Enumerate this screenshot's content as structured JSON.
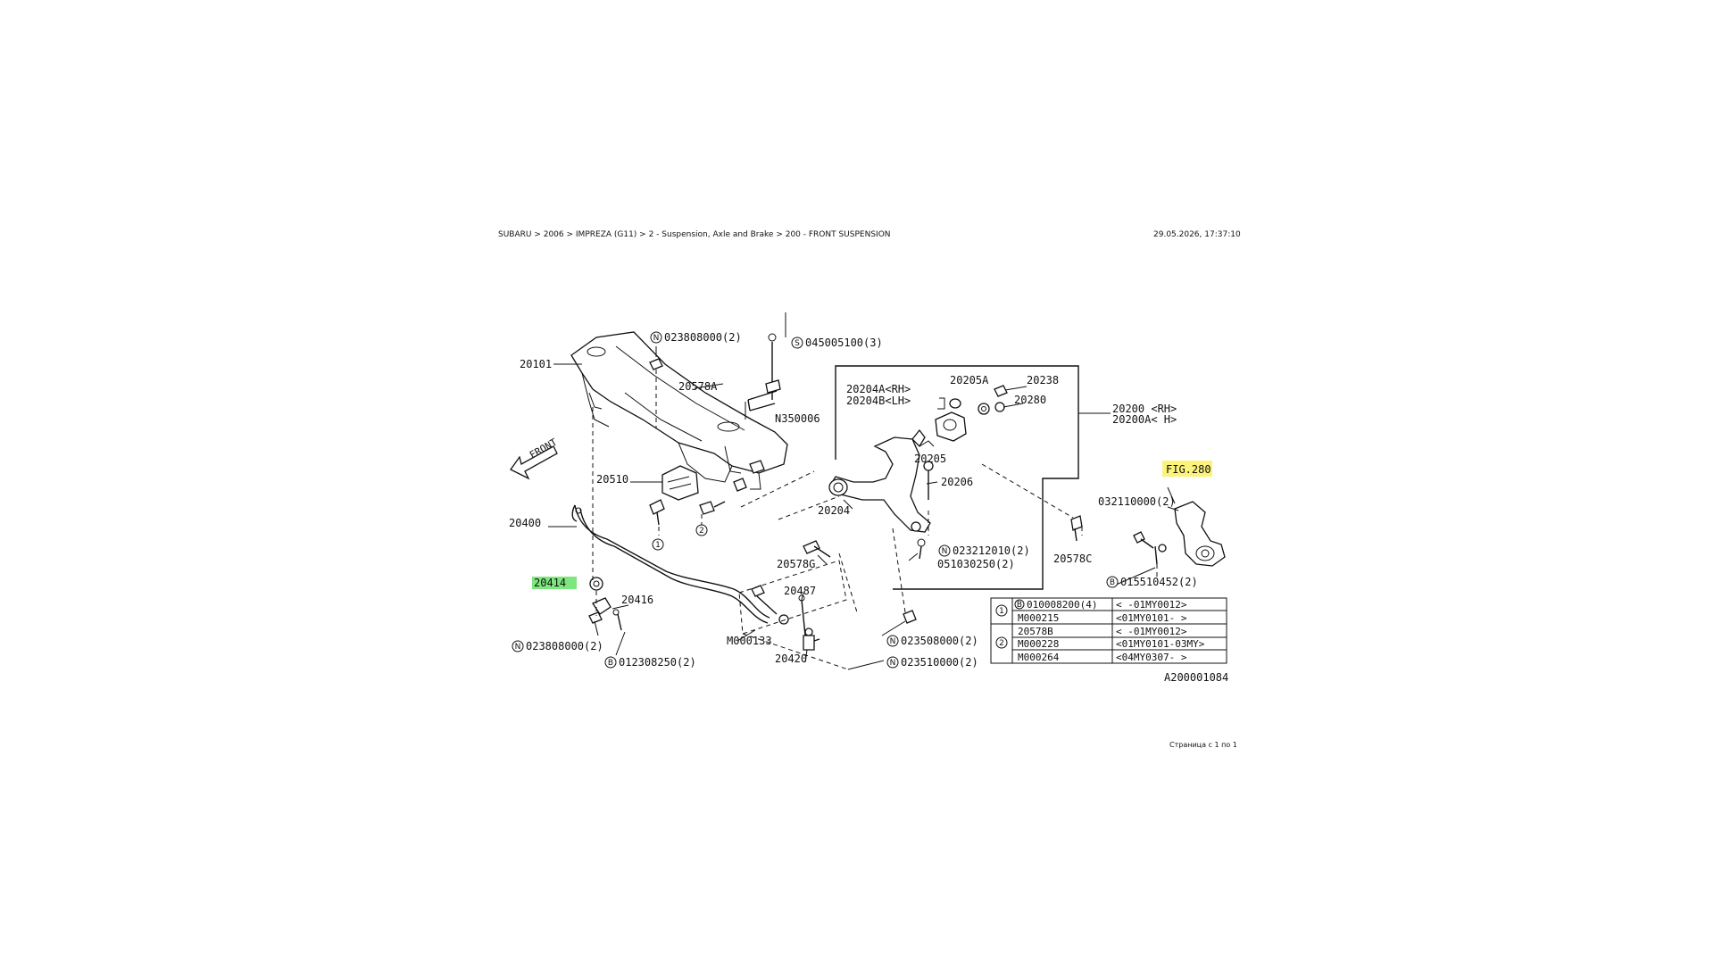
{
  "header": {
    "breadcrumb": "SUBARU > 2006 > IMPREZA (G11) > 2 - Suspension, Axle and Brake > 200 - FRONT SUSPENSION",
    "datetime": "29.05.2026, 17:37:10"
  },
  "footer": {
    "page_counter": "Страница с 1 по 1"
  },
  "highlight_colors": {
    "green": "#7ee67e",
    "yellow": "#fbf37a"
  },
  "diagram": {
    "callouts": {
      "c20101": "20101",
      "c20578A": "20578A",
      "c20510": "20510",
      "c20400": "20400",
      "c20414": "20414",
      "c20416": "20416",
      "cN350006": "N350006",
      "cM000133": "M000133",
      "c20487": "20487",
      "c20420": "20420",
      "c20578G": "20578G",
      "c20204A": "20204A<RH>",
      "c20204B": "20204B<LH>",
      "c20205A": "20205A",
      "c20238": "20238",
      "c20280": "20280",
      "c20200": "20200 <RH>",
      "c20200A": "20200A< H>",
      "c20205": "20205",
      "c20206": "20206",
      "c20204": "20204",
      "c20578C": "20578C",
      "cFIG280": "FIG.280",
      "c032110000": "032110000(2)",
      "n1_value": "023808000(2)",
      "s1_value": "045005100(3)",
      "n2_value": "023212010(2)",
      "v051030250": "051030250(2)",
      "b1_value": "015510452(2)",
      "n3_value": "023808000(2)",
      "b2_value": "012308250(2)",
      "n4_value": "023508000(2)",
      "n5_value": "023510000(2)",
      "ref_code": "A200001084"
    },
    "circle_letters": {
      "n": "N",
      "s": "S",
      "b": "B"
    },
    "mark_labels": {
      "one": "1",
      "two": "2"
    },
    "applicability_table": {
      "r1c1": "010008200(4)",
      "r1c2": "<    -01MY0012>",
      "r2c1": "M000215",
      "r2c2": "<01MY0101-    >",
      "r3c1": "20578B",
      "r3c2": "<    -01MY0012>",
      "r4c1": "M000228",
      "r4c2": "<01MY0101-03MY>",
      "r5c1": "M000264",
      "r5c2": "<04MY0307-    >"
    }
  }
}
